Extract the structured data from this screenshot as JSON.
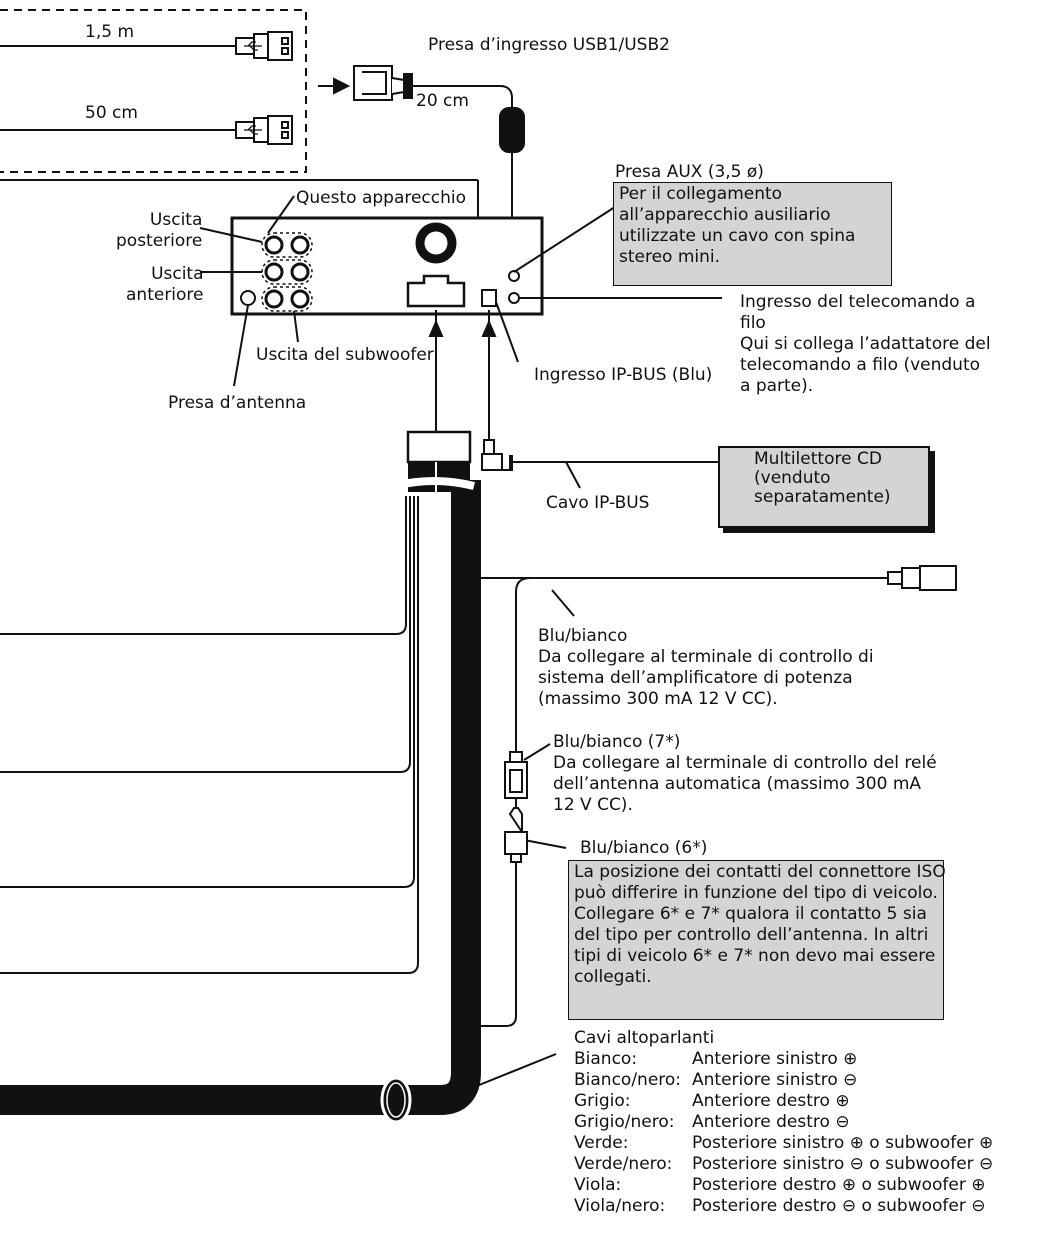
{
  "labels": {
    "cable_15m": "1,5 m",
    "cable_50cm": "50 cm",
    "usb_input": "Presa d’ingresso USB1/USB2",
    "cable_20cm": "20 cm",
    "unit": "Questo apparecchio",
    "rear_out": "Uscita\nposteriore",
    "front_out": "Uscita\nanteriore",
    "subwoofer_out": "Uscita del subwoofer",
    "antenna_jack": "Presa d’antenna",
    "ipbus_input": "Ingresso IP-BUS (Blu)",
    "aux_jack": "Presa AUX (3,5 ø)",
    "aux_note": "Per il collegamento\nall’apparecchio ausiliario\nutilizzate un cavo con spina\nstereo mini.",
    "wired_remote": "Ingresso del telecomando a\nfilo\nQui si collega l’adattatore del\ntelecomando a filo (venduto\na parte).",
    "ipbus_cable": "Cavo IP-BUS",
    "multi_cd": [
      "Multilettore CD",
      "(venduto",
      "separatamente)"
    ],
    "blue_white_1": "Blu/bianco\nDa collegare al terminale di controllo di\nsistema dell’amplificatore di potenza\n(massimo 300 mA 12 V CC).",
    "blue_white_7": "Blu/bianco (7*)\nDa collegare al terminale di controllo del relé\ndell’antenna automatica (massimo 300 mA\n12 V CC).",
    "blue_white_6": "Blu/bianco (6*)",
    "iso_note": "La posizione dei contatti del connettore ISO\npuò differire in funzione del tipo di veicolo.\nCollegare 6* e 7* qualora il contatto 5 sia\ndel tipo per controllo dell’antenna. In altri\ntipi di veicolo 6* e 7* non devo mai essere\ncollegati.",
    "speaker_title": "Cavi altoparlanti"
  },
  "speaker_wires": [
    {
      "color": "Bianco:",
      "use": "Anteriore sinistro ⊕"
    },
    {
      "color": "Bianco/nero:",
      "use": "Anteriore sinistro ⊖"
    },
    {
      "color": "Grigio:",
      "use": "Anteriore destro ⊕"
    },
    {
      "color": "Grigio/nero:",
      "use": "Anteriore destro ⊖"
    },
    {
      "color": "Verde:",
      "use": "Posteriore sinistro ⊕ o subwoofer ⊕"
    },
    {
      "color": "Verde/nero:",
      "use": "Posteriore sinistro ⊖ o subwoofer ⊖"
    },
    {
      "color": "Viola:",
      "use": "Posteriore destro ⊕ o subwoofer ⊕"
    },
    {
      "color": "Viola/nero:",
      "use": "Posteriore destro ⊖ o subwoofer ⊖"
    }
  ],
  "colors": {
    "box_fill": "#d4d4d4",
    "line": "#111111"
  }
}
